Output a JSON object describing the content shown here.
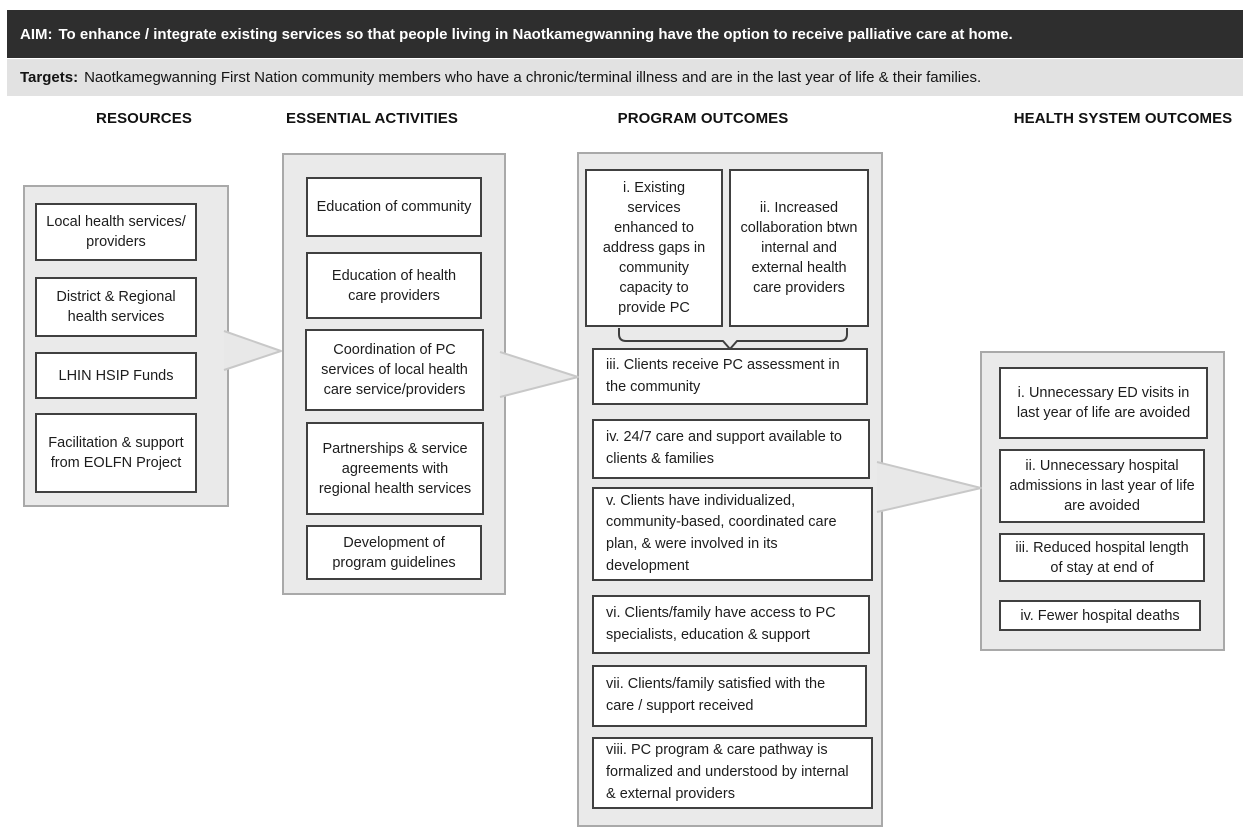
{
  "aim": {
    "label": "AIM:",
    "text": "To enhance / integrate existing services so that people living in Naotkamegwanning have the option to receive palliative care at home."
  },
  "targets": {
    "label": "Targets:",
    "text": "Naotkamegwanning First Nation community members who have a chronic/terminal illness and are in the last year of life & their families."
  },
  "colors": {
    "aim_bg": "#2e2e2e",
    "targets_bg": "#e2e2e2",
    "panel_bg": "#eaeaea",
    "panel_border": "#a9a9a9",
    "box_border": "#404040",
    "arrow_fill": "#e8e8e8",
    "arrow_stroke": "#c8c8c8"
  },
  "columns": {
    "resources": {
      "header": "RESOURCES",
      "items": [
        "Local health services/ providers",
        "District & Regional health services",
        "LHIN HSIP Funds",
        "Facilitation & support from EOLFN Project"
      ]
    },
    "activities": {
      "header": "ESSENTIAL ACTIVITIES",
      "items": [
        "Education of community",
        "Education of health care providers",
        "Coordination of PC services of local health care service/providers",
        "Partnerships & service agreements with regional health services",
        "Development of program guidelines"
      ]
    },
    "program_outcomes": {
      "header": "PROGRAM OUTCOMES",
      "top_items": [
        "i. Existing services enhanced to address gaps in community capacity to provide PC",
        "ii. Increased collaboration btwn internal and external health care providers"
      ],
      "items": [
        "iii. Clients receive PC assessment in the community",
        "iv. 24/7 care and support available to clients & families",
        "v. Clients have individualized, community-based, coordinated care plan, & were involved in its development",
        "vi. Clients/family have access to PC specialists, education & support",
        "vii. Clients/family satisfied with the care / support received",
        "viii. PC program & care pathway is formalized and understood by internal & external providers"
      ]
    },
    "health_system_outcomes": {
      "header": "HEALTH SYSTEM OUTCOMES",
      "items": [
        "i. Unnecessary ED visits in last year of life are avoided",
        "ii. Unnecessary hospital admissions in last year of life are avoided",
        "iii. Reduced hospital length of stay at end of",
        "iv. Fewer hospital deaths"
      ]
    }
  }
}
